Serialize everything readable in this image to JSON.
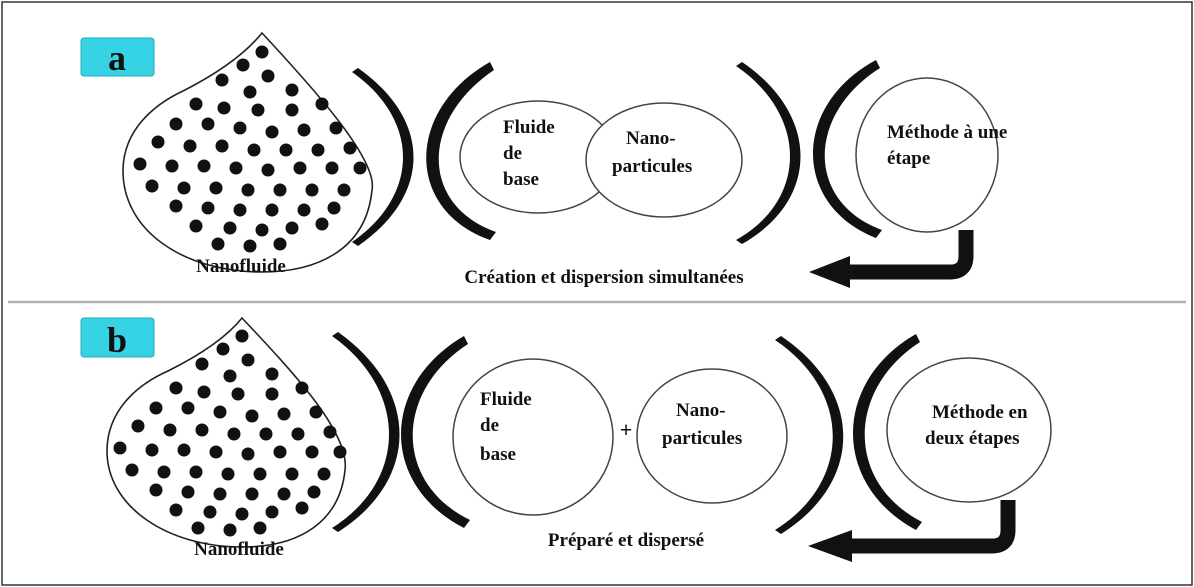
{
  "panels": [
    {
      "badge": "a",
      "base_fluid": [
        "Fluide",
        "de",
        "base"
      ],
      "nanoparticles": [
        "Nano-",
        "particules"
      ],
      "method": [
        "Méthode à une",
        "étape"
      ],
      "caption": "Création et dispersion simultanées",
      "result": "Nanofluide"
    },
    {
      "badge": "b",
      "base_fluid": [
        "Fluide",
        "de",
        "base"
      ],
      "plus": "+",
      "nanoparticles": [
        "Nano-",
        "particules"
      ],
      "method": [
        "Méthode en",
        "deux étapes"
      ],
      "caption": "Préparé et dispersé",
      "result": "Nanofluide"
    }
  ],
  "colors": {
    "badge": "#35d3e3",
    "ink": "#111111",
    "divider": "#b0b0b0",
    "frame": "#333333"
  }
}
